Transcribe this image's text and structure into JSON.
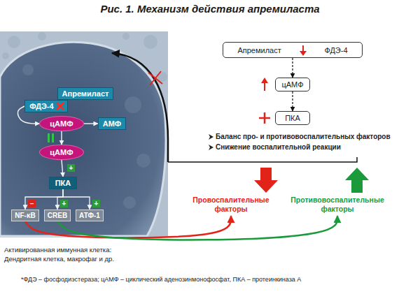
{
  "diagram": {
    "title": "Рис. 1. Механизм действия апремиласта",
    "caption": "*ФДЭ – фосфодиэстераза; цАМФ – циклический аденозинмонофосфат, ПКА – протеинкиназа А",
    "nodes": [
      {
        "text": [
          "Апремиласт"
        ]
      },
      {
        "text": [
          "ФДЭ-4"
        ]
      },
      {
        "text": [
          "цАМФ"
        ]
      },
      {
        "text": [
          "АМФ"
        ]
      },
      {
        "text": [
          "цАМФ"
        ]
      },
      {
        "text": [
          "ПКА"
        ]
      },
      {
        "text": [
          "NF-κB"
        ]
      },
      {
        "text": [
          "CREB"
        ]
      },
      {
        "text": [
          "АТФ-1"
        ]
      },
      {
        "text": [
          "Апремиласт",
          "ФДЭ-4"
        ]
      },
      {
        "text": [
          "цАМФ"
        ]
      },
      {
        "text": [
          "ПКА"
        ]
      },
      {
        "text": [
          "Провоспалительные факторы"
        ]
      },
      {
        "text": [
          "Противовоспалительные факторы"
        ]
      }
    ],
    "edges": [
      {
        "from": 1,
        "to": 2,
        "arrow": "to"
      },
      {
        "from": 2,
        "to": 3,
        "arrow": "to"
      },
      {
        "from": 2,
        "to": 4,
        "arrow": "to"
      },
      {
        "from": 4,
        "to": 5,
        "arrow": "to"
      },
      {
        "from": 5,
        "to": 6,
        "arrow": "to"
      },
      {
        "from": 5,
        "to": 7,
        "arrow": "to"
      },
      {
        "from": 5,
        "to": 8,
        "arrow": "to"
      },
      {
        "from": 9,
        "to": 10,
        "arrow": "to"
      },
      {
        "from": 10,
        "to": 11,
        "arrow": "to"
      },
      {
        "from": 6,
        "to": 12,
        "arrow": "to"
      },
      {
        "from": 7,
        "to": 13,
        "arrow": "to"
      }
    ],
    "labels": [
      "+",
      "–",
      "+",
      "+",
      "Баланс про- и противовоспалительных факторов",
      "Снижение воспалительной реакции",
      "Активированная иммунная клетка:",
      "Дендритная клетка, макрофаг и др."
    ]
  }
}
